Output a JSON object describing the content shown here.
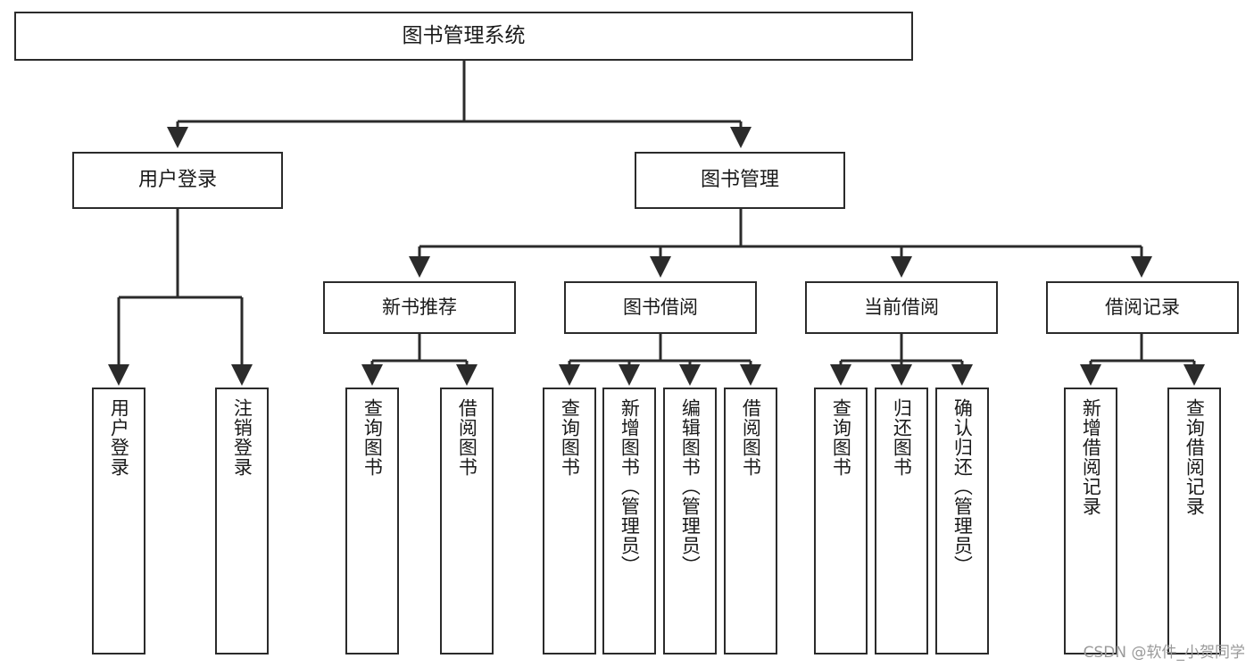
{
  "diagram": {
    "type": "tree",
    "title": "图书管理系统",
    "root": {
      "id": "root",
      "label": "图书管理系统"
    },
    "level2": [
      {
        "id": "user-login",
        "label": "用户登录"
      },
      {
        "id": "book-manage",
        "label": "图书管理"
      }
    ],
    "level3": [
      {
        "id": "new-book-recommend",
        "label": "新书推荐",
        "parent": "book-manage"
      },
      {
        "id": "book-borrow",
        "label": "图书借阅",
        "parent": "book-manage"
      },
      {
        "id": "current-borrow",
        "label": "当前借阅",
        "parent": "book-manage"
      },
      {
        "id": "borrow-record",
        "label": "借阅记录",
        "parent": "book-manage"
      }
    ],
    "leaves": [
      {
        "id": "leaf-user-login",
        "label": "用户登录",
        "parent": "user-login"
      },
      {
        "id": "leaf-user-logout",
        "label": "注销登录",
        "parent": "user-login"
      },
      {
        "id": "leaf-query-book-1",
        "label": "查询图书",
        "parent": "new-book-recommend"
      },
      {
        "id": "leaf-borrow-book-1",
        "label": "借阅图书",
        "parent": "new-book-recommend"
      },
      {
        "id": "leaf-query-book-2",
        "label": "查询图书",
        "parent": "book-borrow"
      },
      {
        "id": "leaf-add-book",
        "label": "新增图书（管理员）",
        "parent": "book-borrow"
      },
      {
        "id": "leaf-edit-book",
        "label": "编辑图书（管理员）",
        "parent": "book-borrow"
      },
      {
        "id": "leaf-borrow-book-2",
        "label": "借阅图书",
        "parent": "book-borrow"
      },
      {
        "id": "leaf-query-book-3",
        "label": "查询图书",
        "parent": "current-borrow"
      },
      {
        "id": "leaf-return-book",
        "label": "归还图书",
        "parent": "current-borrow"
      },
      {
        "id": "leaf-confirm-return",
        "label": "确认归还（管理员）",
        "parent": "current-borrow"
      },
      {
        "id": "leaf-add-record",
        "label": "新增借阅记录",
        "parent": "borrow-record"
      },
      {
        "id": "leaf-query-record",
        "label": "查询借阅记录",
        "parent": "borrow-record"
      }
    ],
    "colors": {
      "stroke": "#2b2b2b",
      "fill": "#ffffff",
      "background": "#ffffff",
      "watermark": "#9a9a9a"
    }
  },
  "watermark": {
    "text": "CSDN @软件_小贺同学"
  }
}
